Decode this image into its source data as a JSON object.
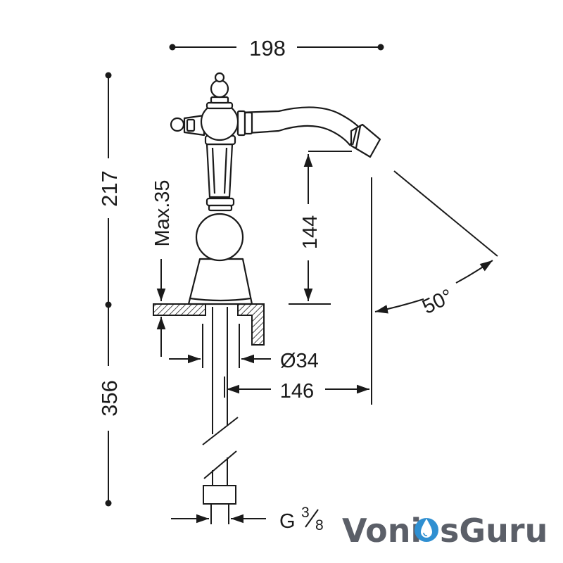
{
  "dimensions": {
    "total_width": "198",
    "height_upper": "217",
    "height_lower": "356",
    "max_deck": "Max.35",
    "spout_height": "144",
    "spout_reach": "146",
    "hole_diameter": "Ø34",
    "angle": "50°",
    "thread_prefix": "G",
    "thread_num": "3",
    "thread_den": "8"
  },
  "logo": {
    "part1": "Voni",
    "part2": "sGuru"
  },
  "colors": {
    "line": "#1a1a1a",
    "logo_gray": "#5b5f68",
    "logo_blue": "#2f8fd1"
  }
}
